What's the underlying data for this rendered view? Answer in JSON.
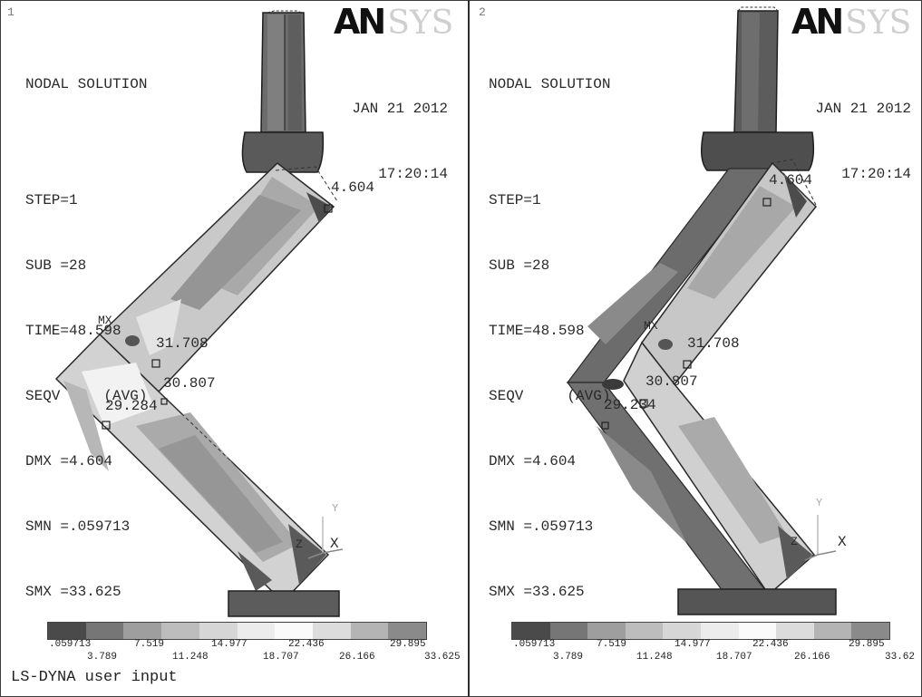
{
  "panels": [
    {
      "number": "1",
      "logo": "AN",
      "logo_ghost": "SYS",
      "header": {
        "title": "NODAL SOLUTION",
        "step": "STEP=1",
        "sub": "SUB =28",
        "time": "TIME=48.598",
        "result": "SEQV     (AVG)",
        "dmx": "DMX =4.604",
        "smn": "SMN =.059713",
        "smx": "SMX =33.625"
      },
      "date": "JAN 21 2012",
      "time_of_day": "17:20:14",
      "labels": {
        "corner": "4.604",
        "mx": "MX",
        "v1": "31.708",
        "v2": "30.807",
        "v3": "29.284",
        "axis_y": "Y",
        "axis_z": "Z",
        "axis_x": "X"
      },
      "legend": {
        "top": [
          ".059713",
          "7.519",
          "14.977",
          "22.436",
          "29.895"
        ],
        "bottom": [
          "3.789",
          "11.248",
          "18.707",
          "26.166",
          "33.625"
        ]
      },
      "footer": "LS-DYNA user input"
    },
    {
      "number": "2",
      "logo": "AN",
      "logo_ghost": "SYS",
      "header": {
        "title": "NODAL SOLUTION",
        "step": "STEP=1",
        "sub": "SUB =28",
        "time": "TIME=48.598",
        "result": "SEQV     (AVG)",
        "dmx": "DMX =4.604",
        "smn": "SMN =.059713",
        "smx": "SMX =33.625"
      },
      "date": "JAN 21 2012",
      "time_of_day": "17:20:14",
      "labels": {
        "corner": "4.604",
        "mx": "MX",
        "v1": "31.708",
        "v2": "30.807",
        "v3": "29.234",
        "axis_y": "Y",
        "axis_z": "Z",
        "axis_x": "X"
      },
      "legend": {
        "top": [
          ".059713",
          "7.519",
          "14.977",
          "22.436",
          "29.895"
        ],
        "bottom": [
          "3.789",
          "11.248",
          "18.707",
          "26.166",
          "33.62"
        ]
      },
      "footer": ""
    }
  ],
  "legend_colors": [
    "#4a4a4a",
    "#767676",
    "#9e9e9e",
    "#bdbdbd",
    "#d6d6d6",
    "#ececec",
    "#fafafa",
    "#dcdcdc",
    "#b4b4b4",
    "#8a8a8a"
  ]
}
